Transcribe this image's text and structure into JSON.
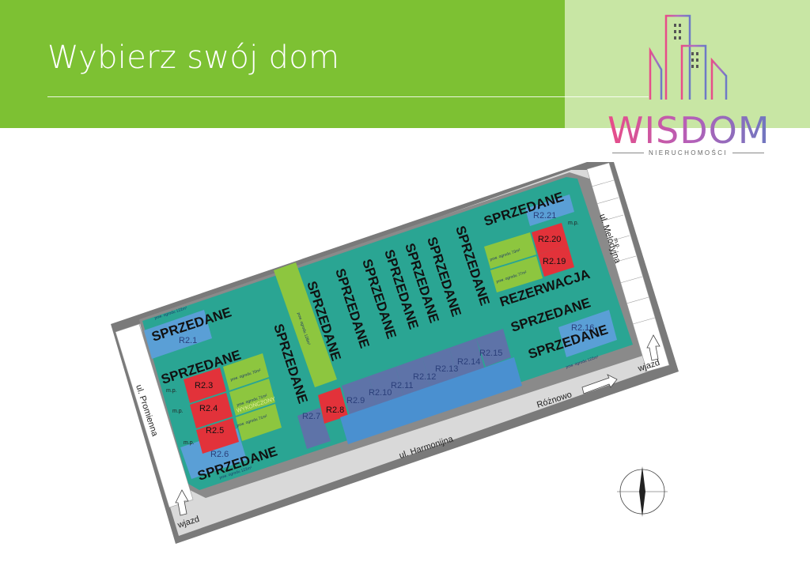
{
  "header": {
    "title": "Wybierz swój dom",
    "brand_name": "WISDOM",
    "brand_tagline": "NIERUCHOMOŚCI"
  },
  "colors": {
    "banner": "#7dc133",
    "logo_panel": "#c8e6a4",
    "sold_area": "#2aa593",
    "plot_blue": "#5a9fd6",
    "plot_violet": "#5e73a8",
    "plot_available": "#e2323a",
    "garden_green": "#8dc63f"
  },
  "map": {
    "status": {
      "sold": "SPRZEDANE",
      "reserved": "REZERWACJA"
    },
    "lots": [
      "R2.1",
      "R2.3",
      "R2.4",
      "R2.5",
      "R2.6",
      "R2.7",
      "R2.8",
      "R2.9",
      "R2.10",
      "R2.11",
      "R2.12",
      "R2.13",
      "R2.14",
      "R2.15",
      "R2.16",
      "R2.19",
      "R2.20",
      "R2.21"
    ],
    "available_lots": [
      "R2.3",
      "R2.4",
      "R2.5",
      "R2.8",
      "R2.19",
      "R2.20"
    ],
    "streets": {
      "left": "ul. Promienna",
      "bottom": "ul. Harmonijna",
      "right": "ul. Melodyjna",
      "bottom_right": "Różnowo"
    },
    "entrance": "wjazd",
    "parking": "m.p.",
    "finished": "WYKOŃCZONY",
    "gardens": [
      "pow. ogrodu 70m²",
      "pow. ogrodu 71m²",
      "pow. ogrodu 71m²",
      "pow. ogrodu 73m²",
      "pow. ogrodu 77m²",
      "pow. ogrodu 122m²",
      "pow. ogrodu 122m²",
      "pow. ogrodu 128m²",
      "pow. ogrodu 122m²"
    ]
  }
}
